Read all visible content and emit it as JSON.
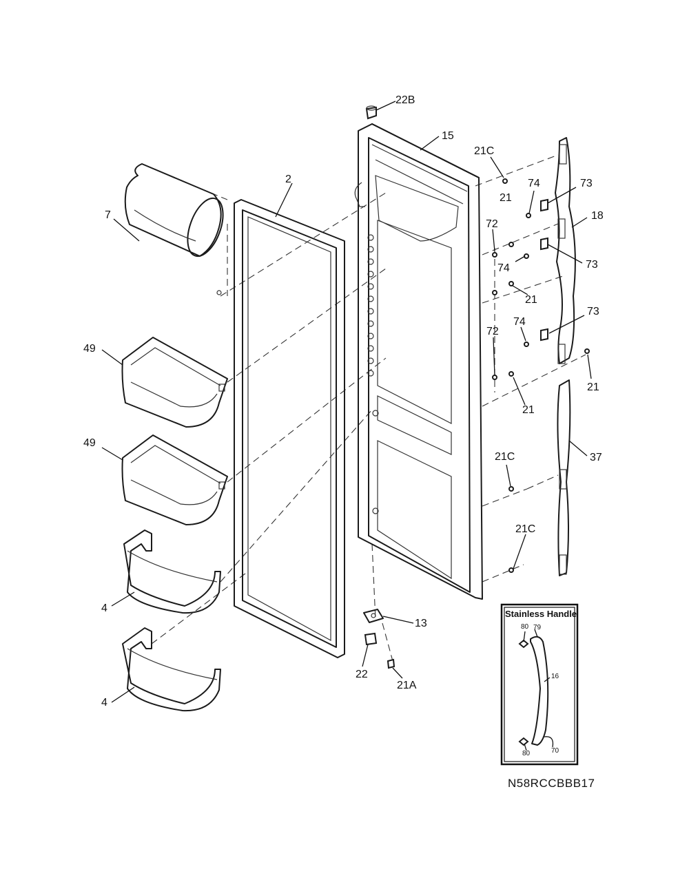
{
  "callouts": {
    "c22b": "22B",
    "c15": "15",
    "c21c_top": "21C",
    "c2": "2",
    "c7": "7",
    "c21_a": "21",
    "c74_a": "74",
    "c73_a": "73",
    "c18": "18",
    "c72_a": "72",
    "c74_b": "74",
    "c73_b": "73",
    "c21_b": "21",
    "c74_c": "74",
    "c73_c": "73",
    "c72_b": "72",
    "c49_a": "49",
    "c21_c": "21",
    "c21_d": "21",
    "c49_b": "49",
    "c21c_mid": "21C",
    "c37": "37",
    "c21c_low": "21C",
    "c4_a": "4",
    "c13": "13",
    "c22": "22",
    "c21a": "21A",
    "c4_b": "4"
  },
  "inset": {
    "title": "Stainless Handle",
    "c80_top": "80",
    "c79": "79",
    "c16": "16",
    "c80_bottom": "80",
    "c70": "70"
  },
  "model_number": "N58RCCBBB17"
}
